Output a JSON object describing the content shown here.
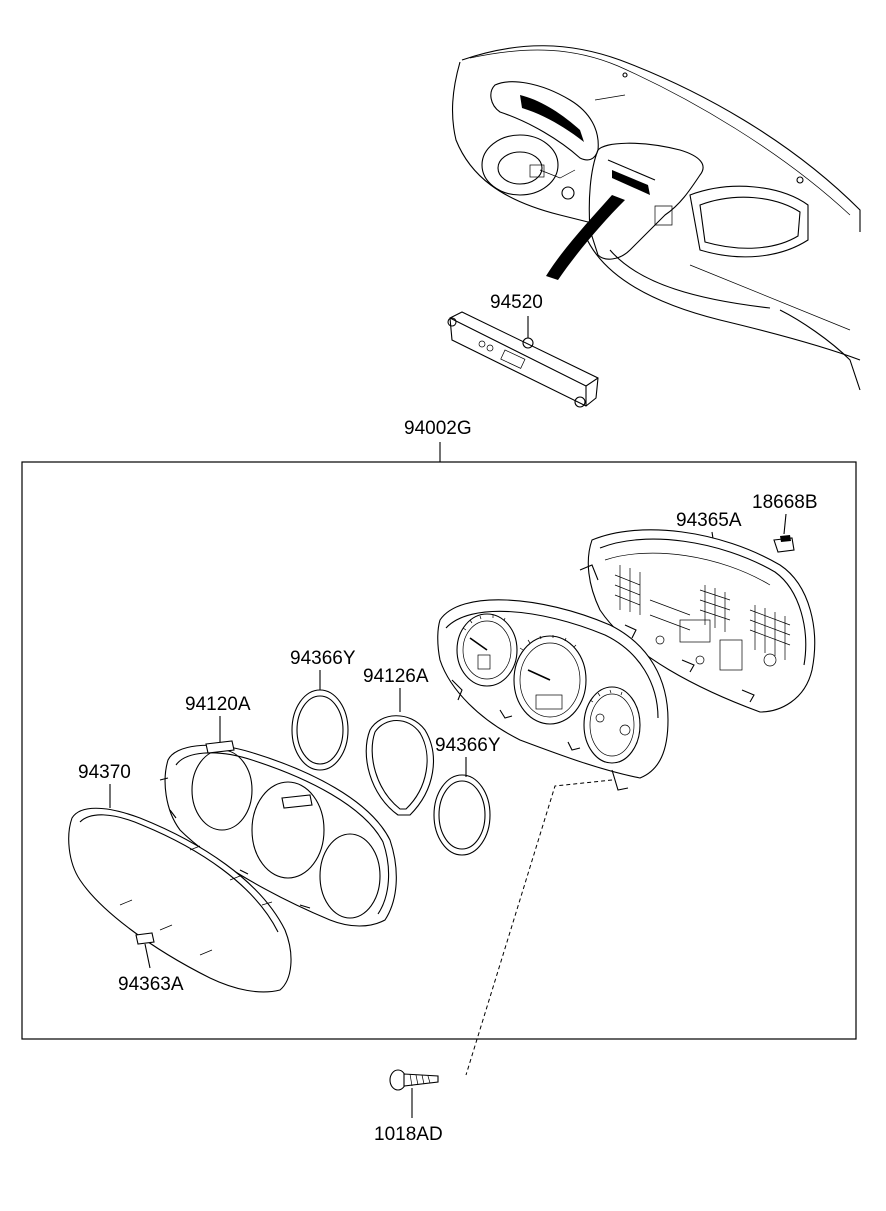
{
  "diagram": {
    "assembly_label": "94002G",
    "parts": {
      "p94520": "94520",
      "p18668B": "18668B",
      "p94365A": "94365A",
      "p94366Y_top": "94366Y",
      "p94126A": "94126A",
      "p94120A": "94120A",
      "p94366Y_right": "94366Y",
      "p94370": "94370",
      "p94363A": "94363A",
      "p1018AD": "1018AD"
    }
  }
}
